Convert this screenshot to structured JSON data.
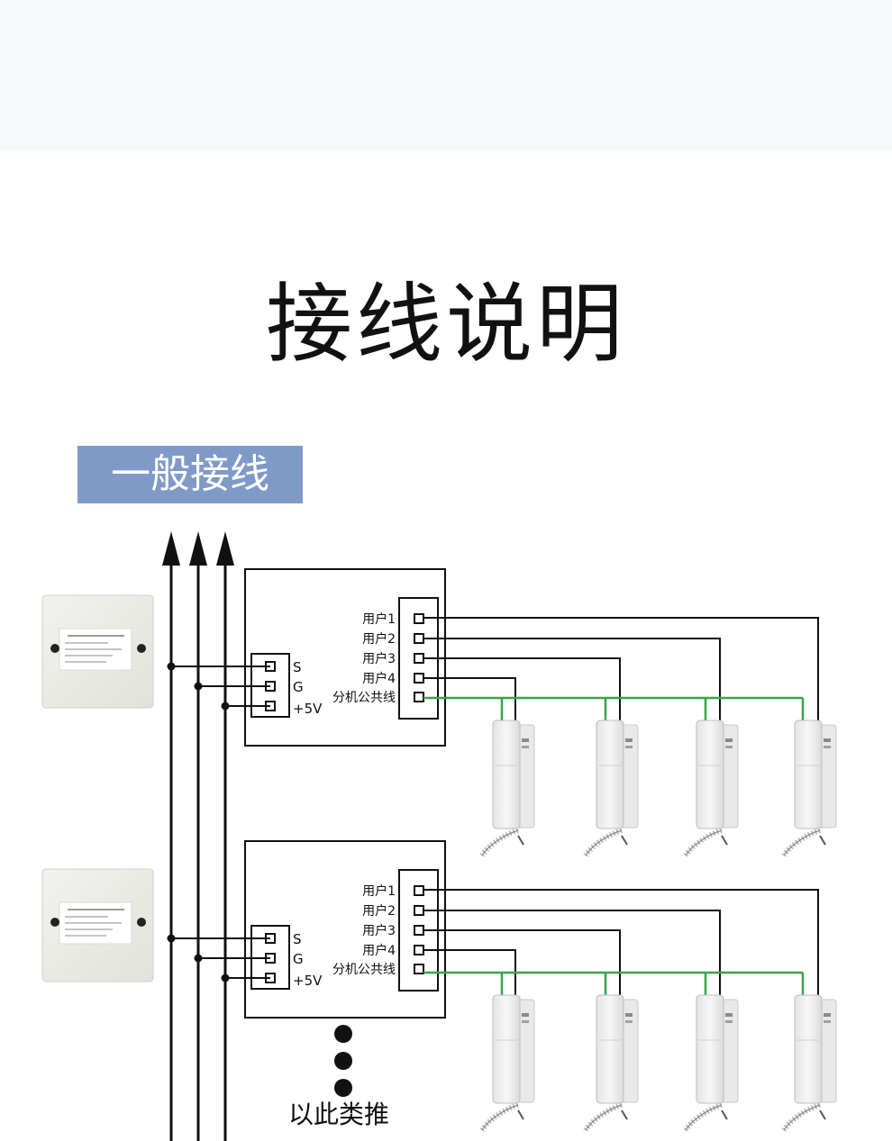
{
  "title": "接线说明",
  "section_label": "一般接线",
  "power_terminals": [
    "S",
    "G",
    "+5V"
  ],
  "user_terminals": [
    "用户1",
    "用户2",
    "用户3",
    "用户4",
    "分机公共线"
  ],
  "footer_note": "以此类推",
  "colors": {
    "common_line": "#3aa34a",
    "badge": "#7f9ac6",
    "wire": "#111111"
  }
}
